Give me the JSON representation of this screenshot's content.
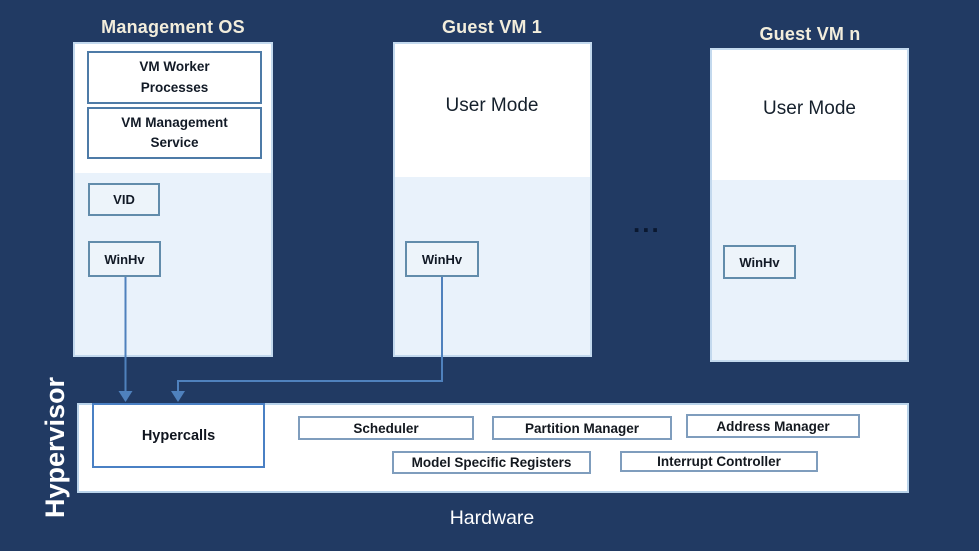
{
  "diagram": {
    "management_os": {
      "title": "Management OS",
      "vm_worker_processes": "VM Worker\nProcesses",
      "vm_management_service": "VM Management\nService",
      "vid": "VID",
      "winhv": "WinHv"
    },
    "guest_vm_1": {
      "title": "Guest VM 1",
      "user_mode": "User Mode",
      "winhv": "WinHv"
    },
    "guest_vm_n": {
      "title": "Guest VM n",
      "user_mode": "User Mode",
      "winhv": "WinHv"
    },
    "ellipsis": "...",
    "hypervisor": {
      "label": "Hypervisor",
      "hypercalls": "Hypercalls",
      "scheduler": "Scheduler",
      "partition_manager": "Partition Manager",
      "address_manager": "Address Manager",
      "model_specific_registers": "Model Specific Registers",
      "interrupt_controller": "Interrupt Controller"
    },
    "hardware": "Hardware"
  },
  "colors": {
    "background": "#213a63",
    "panel_light_blue": "#e9f2fb",
    "panel_white": "#ffffff",
    "title_text": "#f2eddc",
    "dark_text": "#121a26",
    "outer_box_border": "#c3d9ee",
    "inner_box_border": "#4e7ba7",
    "muted_box_border": "#628cab",
    "band_box_border": "#7f9dbd",
    "hypercalls_border": "#4a80c4",
    "connector_blue": "#4f81bd"
  }
}
